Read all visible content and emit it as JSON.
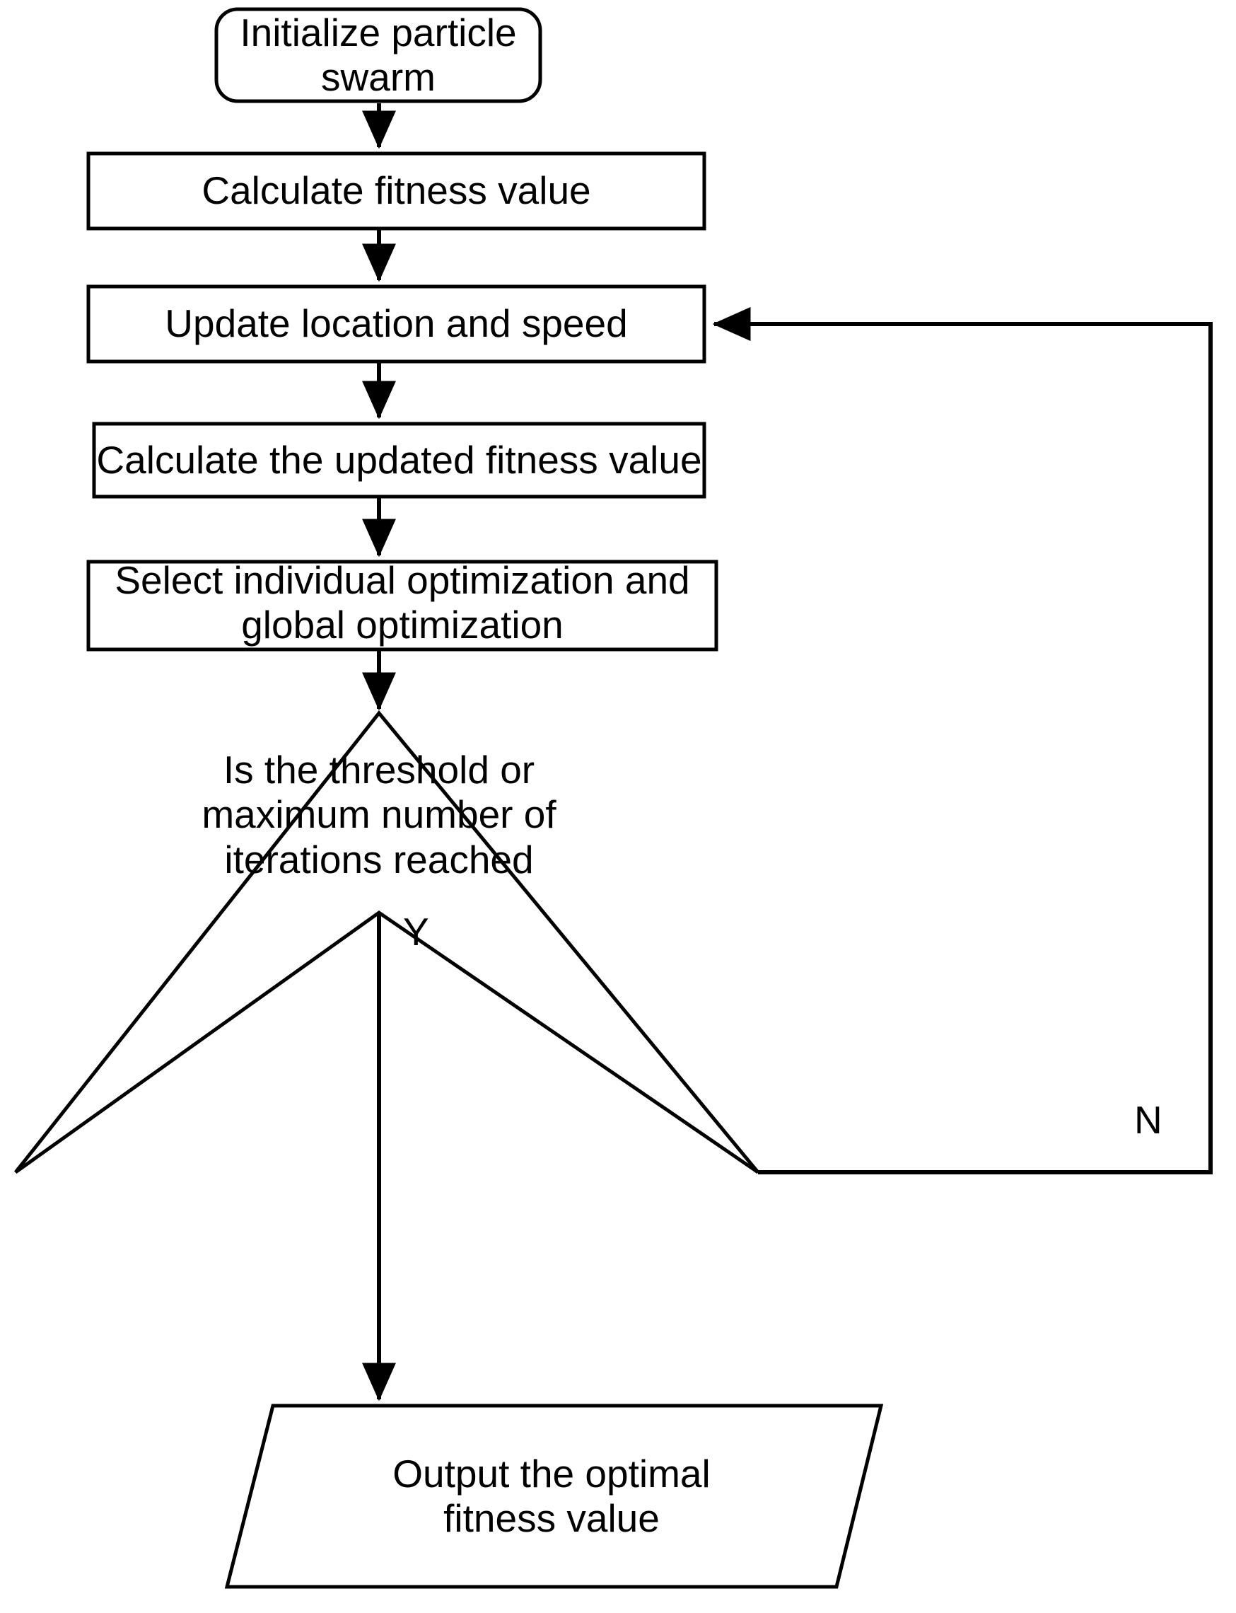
{
  "diagram": {
    "title": "Particle swarm optimization flowchart",
    "type": "flowchart",
    "stroke_color": "#000000",
    "fill_color": "#ffffff",
    "text_color": "#000000"
  },
  "nodes": [
    {
      "id": "initialize",
      "shape": "rounded-rectangle",
      "label": "Initialize particle\nswarm"
    },
    {
      "id": "calculate-fitness",
      "shape": "rectangle",
      "label": "Calculate fitness value"
    },
    {
      "id": "update-location-speed",
      "shape": "rectangle",
      "label": "Update location and speed"
    },
    {
      "id": "calculate-updated-fitness",
      "shape": "rectangle",
      "label": "Calculate the updated fitness value"
    },
    {
      "id": "select-optimization",
      "shape": "rectangle",
      "label": "Select individual optimization and\nglobal optimization"
    },
    {
      "id": "decision-threshold",
      "shape": "diamond",
      "label": "Is the threshold or\nmaximum number of\niterations reached"
    },
    {
      "id": "output-optimal",
      "shape": "parallelogram",
      "label": "Output the optimal\nfitness value"
    }
  ],
  "edges": [
    {
      "id": "e1",
      "from": "initialize",
      "to": "calculate-fitness",
      "label": ""
    },
    {
      "id": "e2",
      "from": "calculate-fitness",
      "to": "update-location-speed",
      "label": ""
    },
    {
      "id": "e3",
      "from": "update-location-speed",
      "to": "calculate-updated-fitness",
      "label": ""
    },
    {
      "id": "e4",
      "from": "calculate-updated-fitness",
      "to": "select-optimization",
      "label": ""
    },
    {
      "id": "e5",
      "from": "select-optimization",
      "to": "decision-threshold",
      "label": ""
    },
    {
      "id": "e6",
      "from": "decision-threshold",
      "to": "output-optimal",
      "label": "Y"
    },
    {
      "id": "e7",
      "from": "decision-threshold",
      "to": "update-location-speed",
      "label": "N"
    }
  ],
  "edge_labels": {
    "no": "N",
    "yes": "Y"
  }
}
